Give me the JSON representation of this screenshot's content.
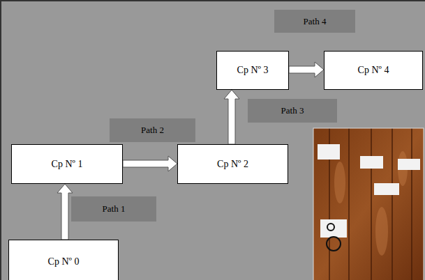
{
  "diagram": {
    "nodes": [
      {
        "text": [
          "Cp Nº 0"
        ]
      },
      {
        "text": [
          "Cp Nº 1"
        ]
      },
      {
        "text": [
          "Cp Nº 2"
        ]
      },
      {
        "text": [
          "Cp Nº 3"
        ]
      },
      {
        "text": [
          "Cp Nº 4"
        ]
      }
    ],
    "edges": [
      {
        "from": 0,
        "to": 1,
        "arrow": "to",
        "label": "Path 1"
      },
      {
        "from": 1,
        "to": 2,
        "arrow": "to",
        "label": "Path 2"
      },
      {
        "from": 2,
        "to": 3,
        "arrow": "to",
        "label": "Path 3"
      },
      {
        "from": 3,
        "to": 4,
        "arrow": "to",
        "label": "Path 4"
      }
    ]
  }
}
